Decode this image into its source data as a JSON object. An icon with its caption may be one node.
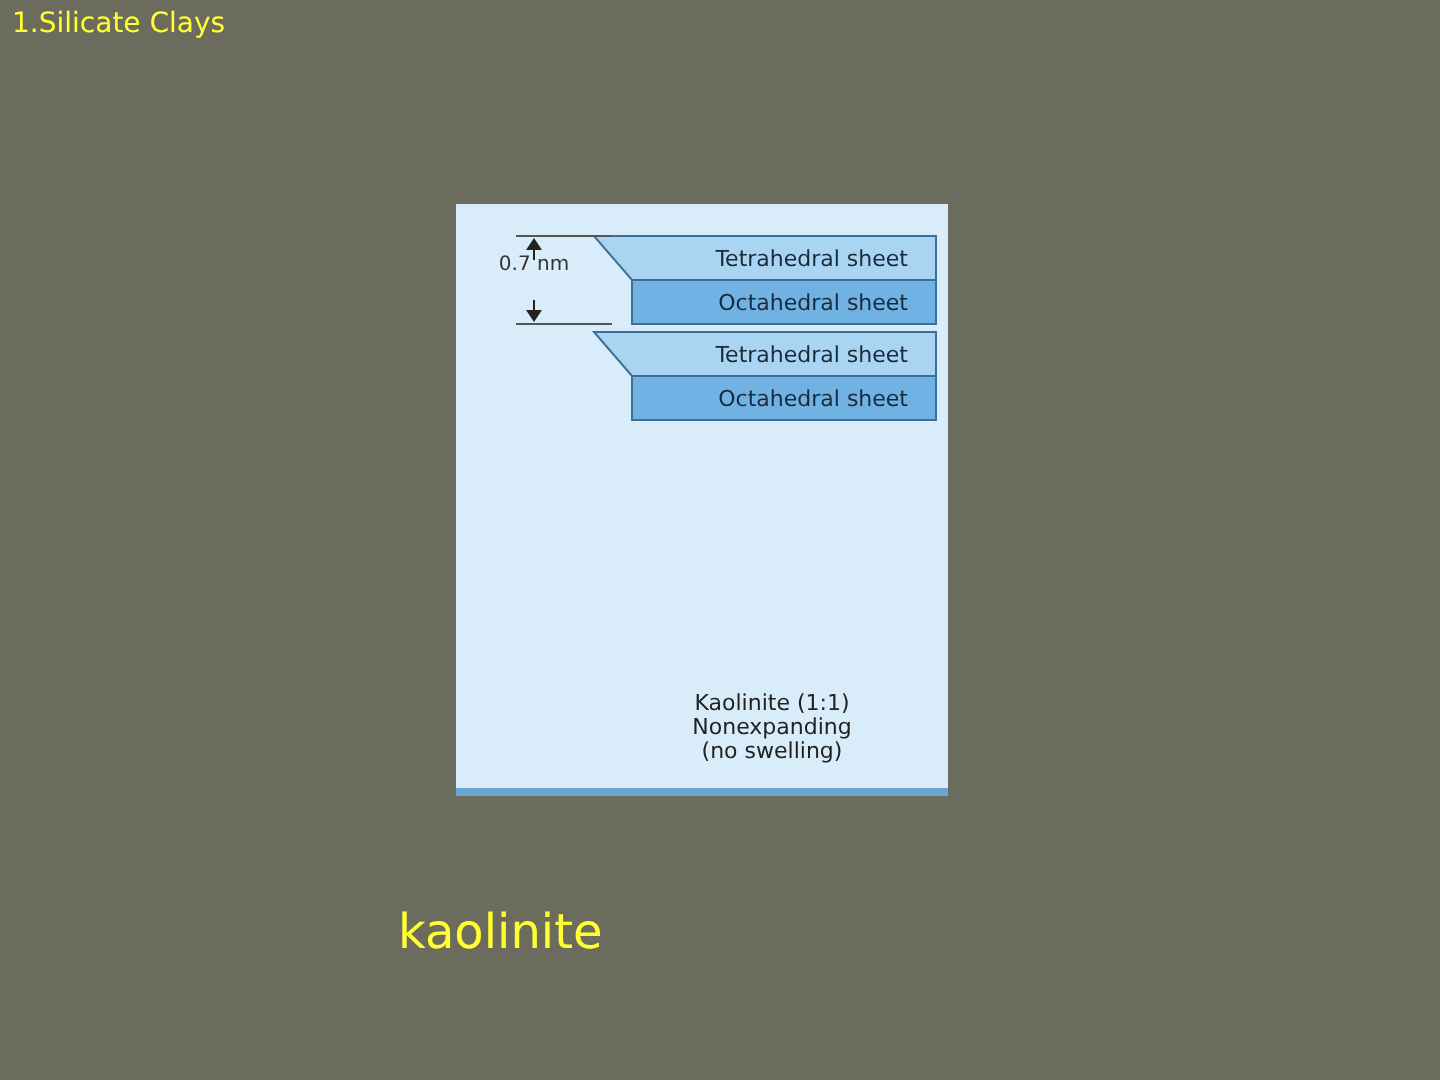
{
  "diagram": {
    "title": "1.Silicate Clays",
    "caption": "kaolinite",
    "nodes": [
      {
        "text": [
          "Tetrahedral sheet"
        ]
      },
      {
        "text": [
          "Octahedral sheet"
        ]
      },
      {
        "text": [
          "Tetrahedral sheet"
        ]
      },
      {
        "text": [
          "Octahedral sheet"
        ]
      }
    ],
    "labels": [
      "0.7 nm",
      "Kaolinite (1:1)",
      "Nonexpanding",
      "(no swelling)"
    ]
  }
}
